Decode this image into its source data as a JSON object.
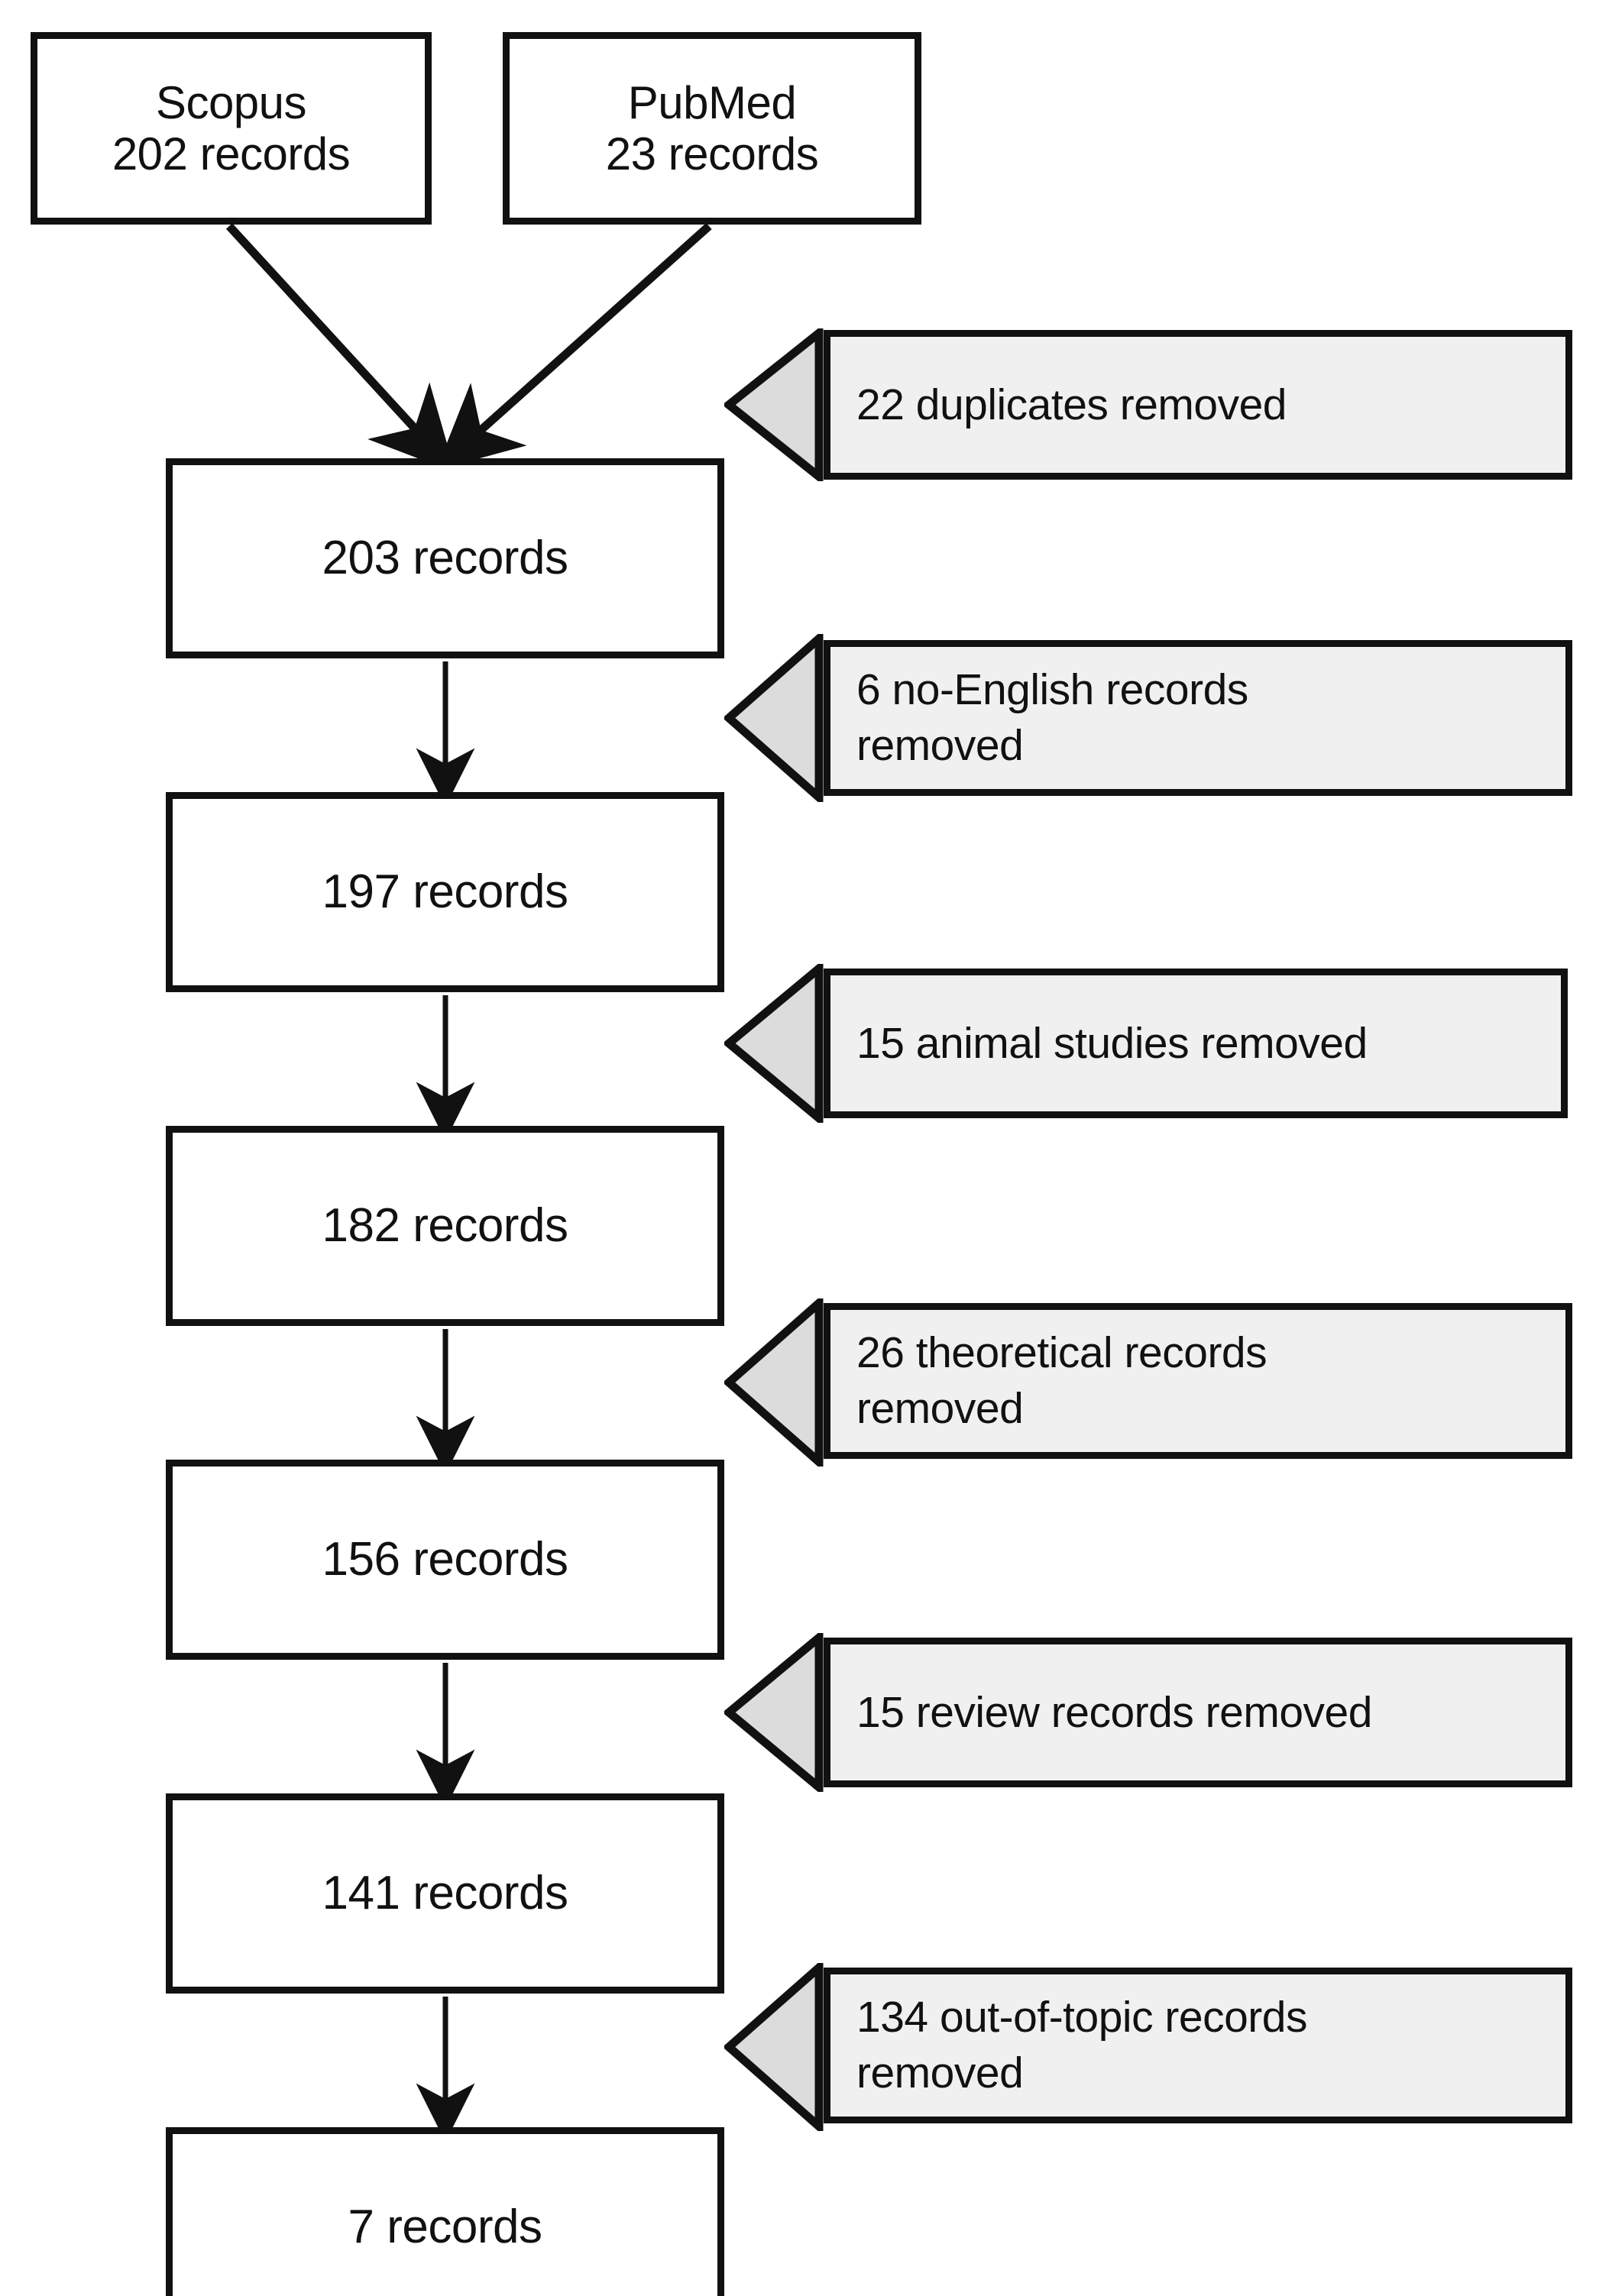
{
  "diagram": {
    "title": "Study records selection flow",
    "type": "flowchart",
    "colors": {
      "box_fill": "#ffffff",
      "callout_fill": "#f0f0f0",
      "stroke": "#111111",
      "background": "#ffffff"
    },
    "sources": [
      {
        "id": "source-scopus",
        "name": "Scopus",
        "count": "202",
        "unit": "records",
        "label": "Scopus\n202 records"
      },
      {
        "id": "source-pubmed",
        "name": "PubMed",
        "count": "23",
        "unit": "records",
        "label": "PubMed\n23  records"
      }
    ],
    "stages": [
      {
        "id": "stage-203",
        "count": "203",
        "unit": "records",
        "label": "203 records"
      },
      {
        "id": "stage-197",
        "count": "197",
        "unit": "records",
        "label": "197 records"
      },
      {
        "id": "stage-182",
        "count": "182",
        "unit": "records",
        "label": "182 records"
      },
      {
        "id": "stage-156",
        "count": "156",
        "unit": "records",
        "label": "156 records"
      },
      {
        "id": "stage-141",
        "count": "141",
        "unit": "records",
        "label": "141 records"
      },
      {
        "id": "stage-7",
        "count": "7",
        "unit": "records",
        "label": "7 records"
      }
    ],
    "exclusions": [
      {
        "id": "exclusion-duplicates",
        "count": "22",
        "reason": "duplicates",
        "label": "22 duplicates removed"
      },
      {
        "id": "exclusion-no-english",
        "count": "6",
        "reason": "no-English records",
        "label": "6 no-English records\nremoved"
      },
      {
        "id": "exclusion-animal",
        "count": "15",
        "reason": "animal studies",
        "label": "15 animal studies removed"
      },
      {
        "id": "exclusion-theoretical",
        "count": "26",
        "reason": "theoretical records",
        "label": "26 theoretical records\nremoved"
      },
      {
        "id": "exclusion-review",
        "count": "15",
        "reason": "review records",
        "label": "15 review records removed"
      },
      {
        "id": "exclusion-out-of-topic",
        "count": "134",
        "reason": "out-of-topic records",
        "label": "134 out-of-topic records\nremoved"
      }
    ],
    "connectors": {
      "merge_arrow_from": [
        "source-scopus",
        "source-pubmed"
      ],
      "merge_arrow_to": "stage-203",
      "chain": [
        {
          "from": "stage-203",
          "to": "stage-197"
        },
        {
          "from": "stage-197",
          "to": "stage-182"
        },
        {
          "from": "stage-182",
          "to": "stage-156"
        },
        {
          "from": "stage-156",
          "to": "stage-141"
        },
        {
          "from": "stage-141",
          "to": "stage-7"
        }
      ]
    }
  }
}
